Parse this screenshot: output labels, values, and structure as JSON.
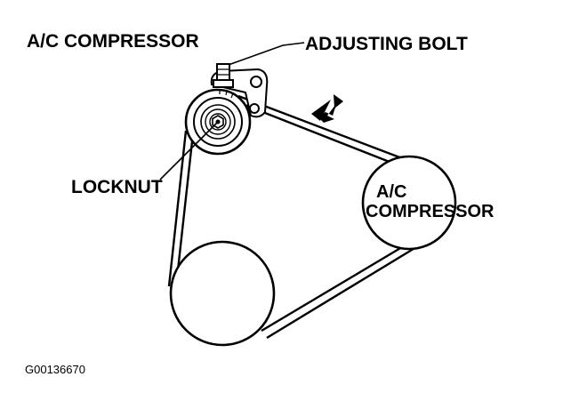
{
  "diagram": {
    "title": "A/C COMPRESSOR",
    "labels": {
      "adjusting_bolt": "ADJUSTING BOLT",
      "locknut": "LOCKNUT",
      "compressor_line1": "A/C",
      "compressor_line2": "COMPRESSOR"
    },
    "figure_id": "G00136670"
  },
  "colors": {
    "ink": "#000000",
    "paper": "#ffffff"
  }
}
